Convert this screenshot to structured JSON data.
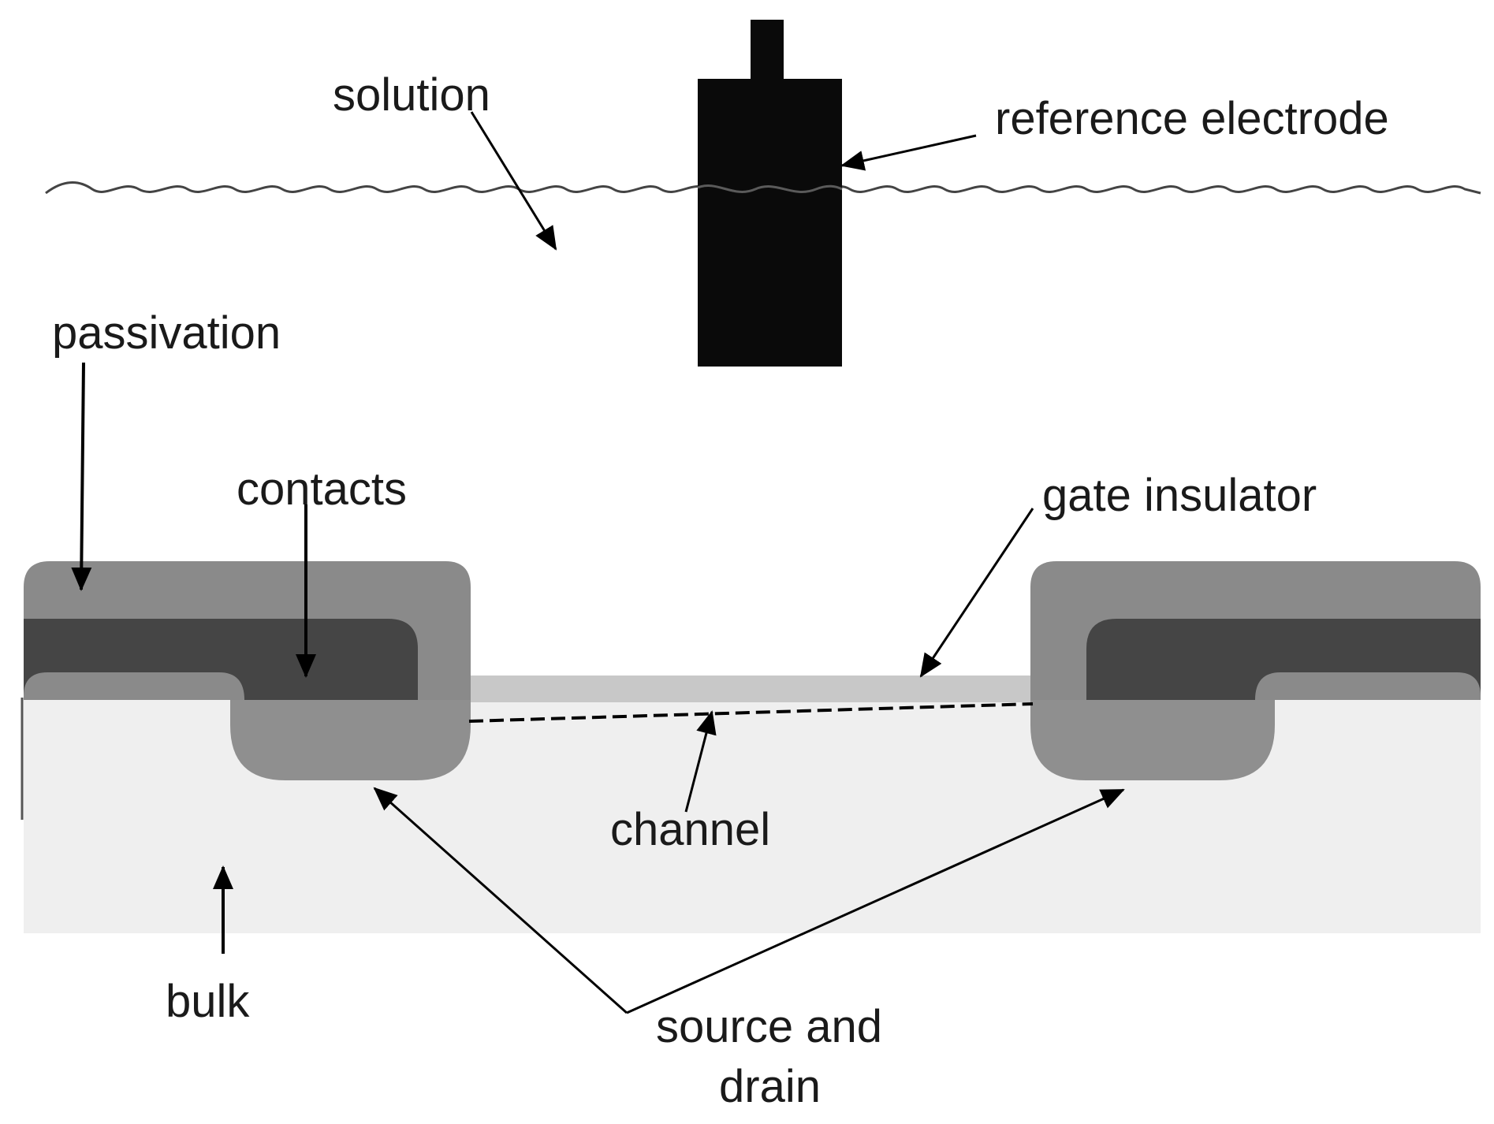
{
  "labels": {
    "solution": "solution",
    "reference_electrode": "reference electrode",
    "passivation": "passivation",
    "contacts": "contacts",
    "gate_insulator": "gate insulator",
    "channel": "channel",
    "bulk": "bulk",
    "source_and_drain_line1": "source and",
    "source_and_drain_line2": "drain"
  },
  "colors": {
    "background": "#ffffff",
    "bulk": "#efefef",
    "passivation": "#8a8a8a",
    "contacts": "#454545",
    "source_drain": "#8f8f8f",
    "gate_insulator": "#c8c8c8",
    "electrode": "#0a0a0a"
  }
}
